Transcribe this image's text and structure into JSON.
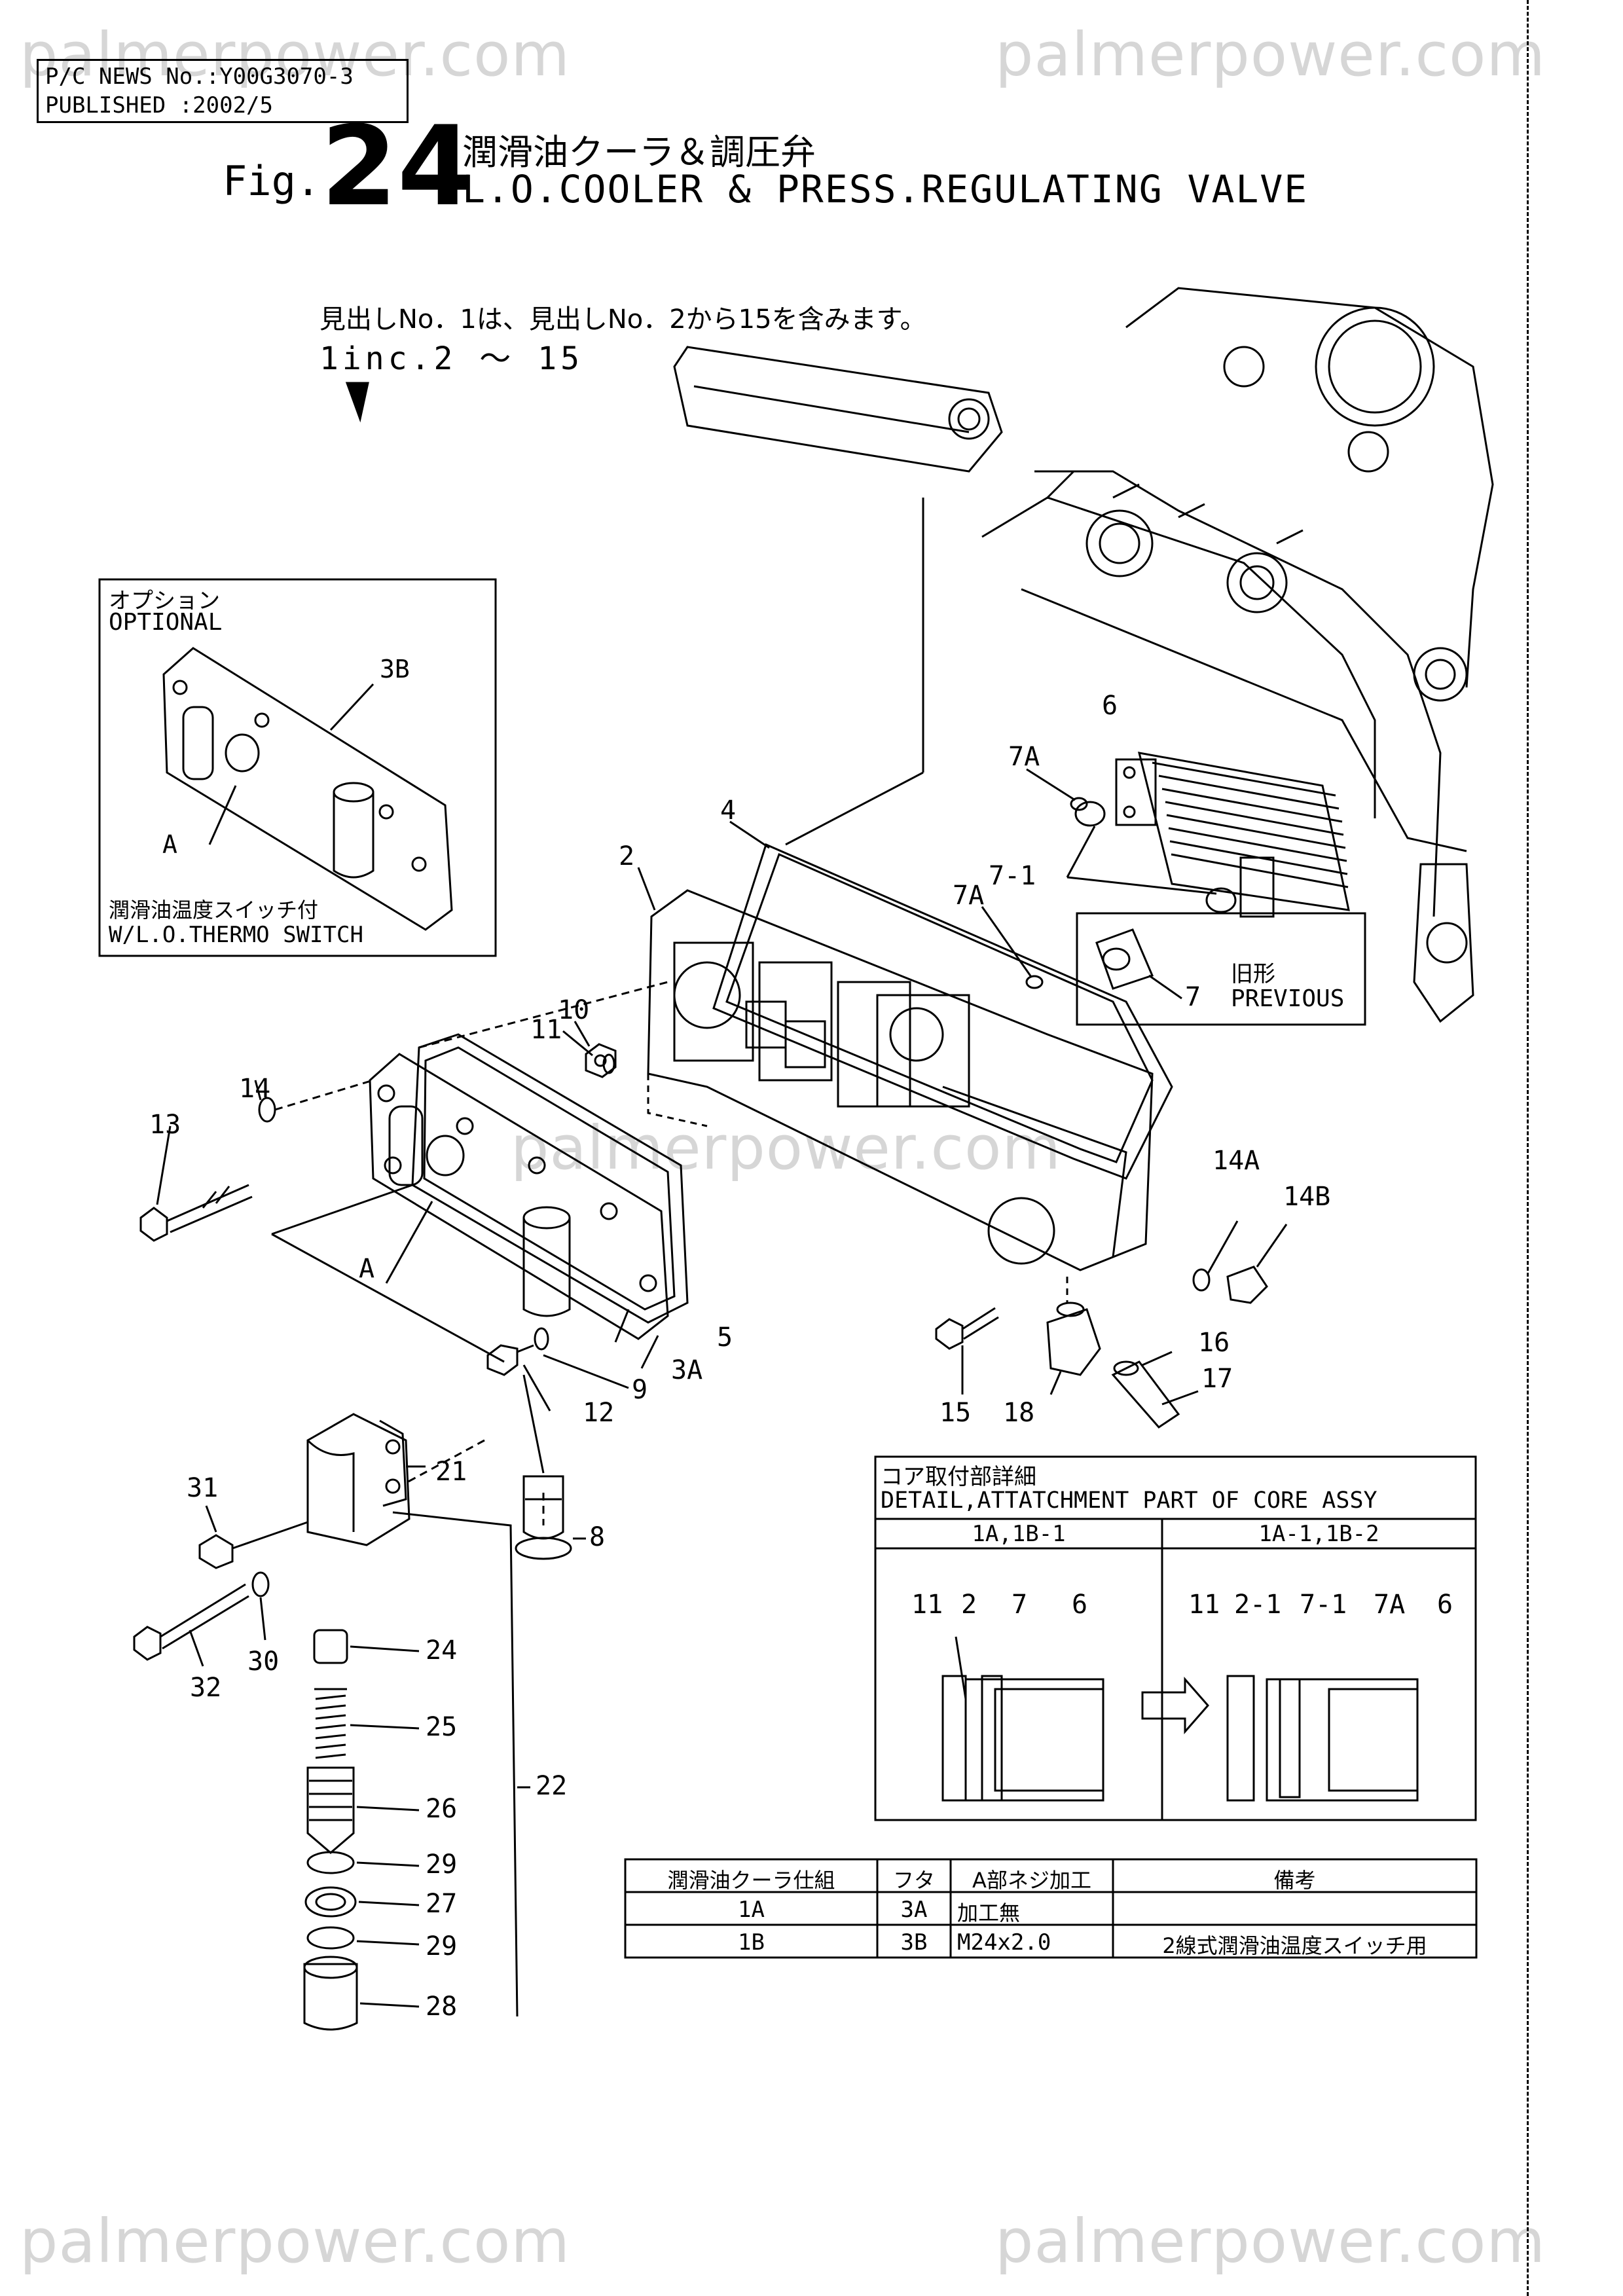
{
  "watermark": "palmerpower.com",
  "header": {
    "news_line": "P/C NEWS No.:Y00G3070-3",
    "published_line": "PUBLISHED :2002/5"
  },
  "figure": {
    "prefix": "Fig.",
    "number": "24",
    "title_jp": "潤滑油クーラ＆調圧弁",
    "title_en": "L.O.COOLER & PRESS.REGULATING VALVE"
  },
  "note": {
    "jp": "見出しNo．1は、見出しNo．2から15を含みます。",
    "en": "1inc.2 ～ 15"
  },
  "optional_box": {
    "label_jp": "オプション",
    "label_en": "OPTIONAL",
    "caption_jp": "潤滑油温度スイッチ付",
    "caption_en": "W/L.O.THERMO SWITCH",
    "callouts": [
      "3B",
      "A"
    ]
  },
  "previous_box": {
    "label_jp": "旧形",
    "label_en": "PREVIOUS",
    "callout": "7"
  },
  "callouts": [
    "2",
    "4",
    "6",
    "7A",
    "7-1",
    "7A",
    "11",
    "10",
    "13",
    "14",
    "A",
    "3A",
    "5",
    "9",
    "12",
    "14A",
    "14B",
    "15",
    "18",
    "16",
    "17",
    "21",
    "31",
    "8",
    "32",
    "30",
    "24",
    "25",
    "26",
    "29",
    "27",
    "29",
    "28",
    "22"
  ],
  "detail_box": {
    "title_jp": "コア取付部詳細",
    "title_en": "DETAIL,ATTATCHMENT PART OF CORE ASSY",
    "col_left": "1A,1B-1",
    "col_right": "1A-1,1B-2",
    "left_labels": [
      "11",
      "2",
      "7",
      "6"
    ],
    "right_labels": [
      "11",
      "2-1",
      "7-1",
      "7A",
      "6"
    ]
  },
  "spec_table": {
    "headers": [
      "潤滑油クーラ仕組",
      "フタ",
      "A部ネジ加工",
      "備考"
    ],
    "rows": [
      [
        "1A",
        "3A",
        "加工無",
        ""
      ],
      [
        "1B",
        "3B",
        "M24x2.0",
        "2線式潤滑油温度スイッチ用"
      ]
    ]
  }
}
